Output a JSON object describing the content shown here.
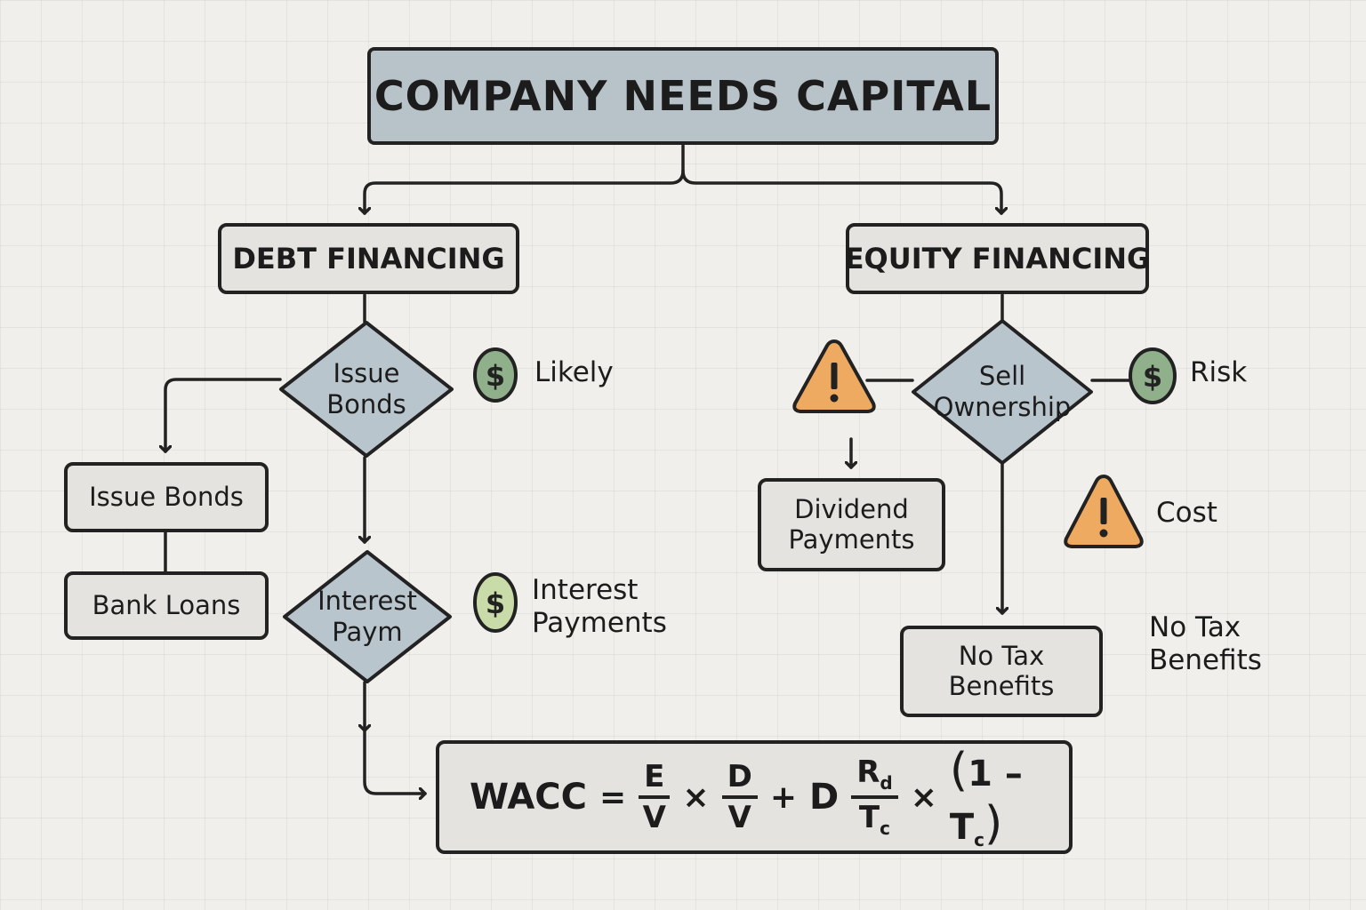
{
  "title": "COMPANY NEEDS CAPITAL",
  "debt": {
    "heading": "DEBT FINANCING",
    "diamond_issue": [
      "Issue",
      "Bonds"
    ],
    "box_issue_bonds": "Issue Bonds",
    "box_bank_loans": "Bank Loans",
    "diamond_interest": [
      "Interest",
      "Paym"
    ],
    "label_likely": "Likely",
    "label_interest_payments": [
      "Interest",
      "Payments"
    ]
  },
  "equity": {
    "heading": "EQUITY FINANCING",
    "diamond_sell": [
      "Sell",
      "Ownership"
    ],
    "box_dividend": [
      "Dividend",
      "Payments"
    ],
    "box_no_tax": [
      "No Tax",
      "Benefits"
    ],
    "label_risk": "Risk",
    "label_cost": "Cost",
    "label_no_tax": [
      "No Tax",
      "Benefits"
    ]
  },
  "formula": {
    "lhs": "WACC",
    "equals": "=",
    "f1_num": "E",
    "f1_den": "V",
    "times1": "×",
    "f2_num": "D",
    "f2_den": "V",
    "plus": "+",
    "d": "D",
    "f3_num": "R",
    "f3_num_sub": "d",
    "f3_den": "T",
    "f3_den_sub": "c",
    "times2": "×",
    "paren_open": "(",
    "one_minus": "1 –",
    "t": "T",
    "t_sub": "c",
    "paren_close": ")"
  },
  "colors": {
    "title_fill": "#b8c2c9",
    "box_fill": "#e4e3e0",
    "diamond_fill": "#b9c5cc",
    "dollar_dark": "#8fb08a",
    "dollar_light": "#c9dba9",
    "warning": "#eeaa60",
    "stroke": "#222222"
  },
  "icons": {
    "dollar": "dollar-coin-icon",
    "warning": "warning-triangle-icon"
  }
}
